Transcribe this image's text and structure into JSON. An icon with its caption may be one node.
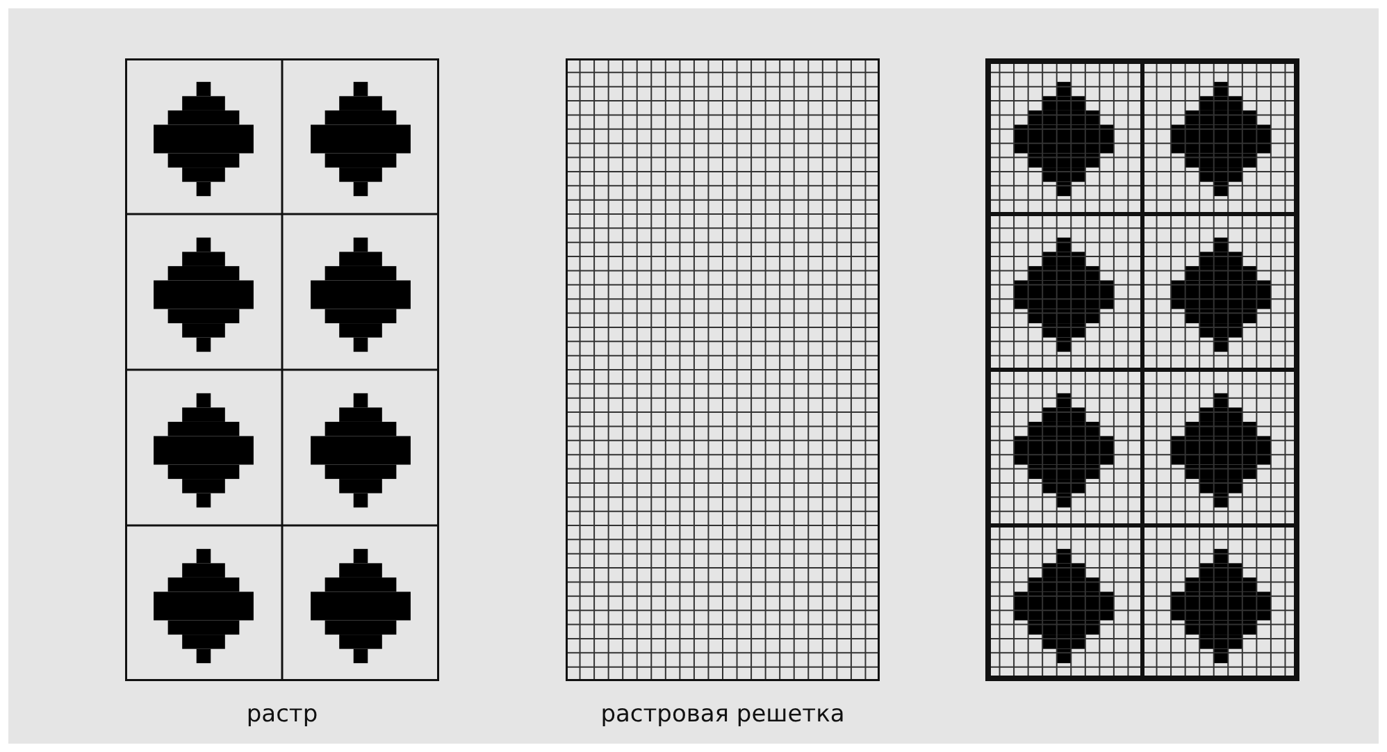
{
  "diagram": {
    "nodes": [
      {
        "text": [
          "растр"
        ]
      },
      {
        "text": [
          "растровая решетка"
        ]
      },
      {
        "text": [],
        "shape": "box"
      }
    ]
  }
}
